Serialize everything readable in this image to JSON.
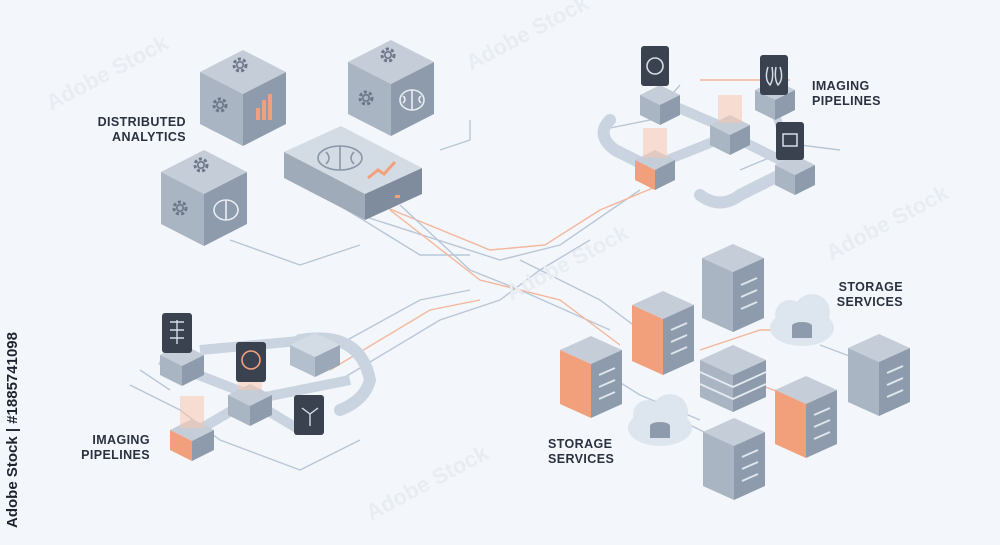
{
  "labels": {
    "distributed_analytics": [
      "DISTRIBUTED",
      "ANALYTICS"
    ],
    "imaging_top": [
      "IMAGING",
      "PIPELINES"
    ],
    "imaging_bottom": [
      "IMAGING",
      "PIPELINES"
    ],
    "storage_right": [
      "STORAGE",
      "SERVICES"
    ],
    "storage_bottom": [
      "STORAGE",
      "SERVICES"
    ]
  },
  "stock_id": "Adobe Stock | #1885741098",
  "watermark_text": "Adobe Stock",
  "colors": {
    "background": "#f3f6fa",
    "cube_top": "#c4cdd8",
    "cube_left": "#a9b5c3",
    "cube_right": "#8e9bac",
    "accent_orange": "#f2a07b",
    "line_blue": "#b8c7d8",
    "line_orange": "#f4b79b",
    "dark_panel": "#3a4250"
  },
  "icons": [
    "gear-icon",
    "brain-icon",
    "chart-icon",
    "kidney-icon",
    "lungs-icon",
    "lab-icon",
    "xray-icon",
    "head-scan-icon",
    "molecule-icon",
    "database-icon",
    "cloud-icon",
    "server-icon"
  ]
}
